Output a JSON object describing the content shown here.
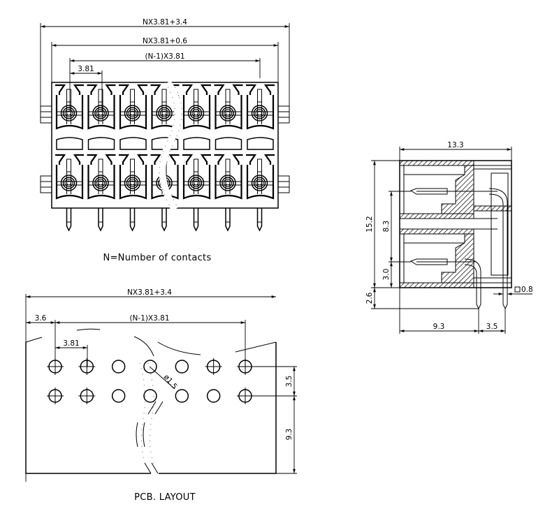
{
  "drawing": {
    "front_view": {
      "contact_count_shown": 7,
      "rows": 2,
      "dimensions": {
        "overall_width": "NX3.81+3.4",
        "body_width": "NX3.81+0.6",
        "pin_span": "(N-1)X3.81",
        "pitch": "3.81"
      },
      "caption": "N=Number of contacts"
    },
    "side_view": {
      "dimensions": {
        "depth": "13.3",
        "height": "15.2",
        "upper_pin_height": "8.3",
        "lower_pin_height": "3.0",
        "pin_length_below": "2.6",
        "pin_offset": "9.3",
        "row_spacing": "3.5",
        "pin_size": "0.8"
      }
    },
    "pcb_layout": {
      "holes_per_row": 7,
      "rows": 2,
      "dimensions": {
        "overall_width": "NX3.81+3.4",
        "edge_offset": "3.6",
        "hole_span": "(N-1)X3.81",
        "pitch": "3.81",
        "hole_diameter": "ø1.5",
        "row_spacing": "3.5",
        "edge_to_row": "9.3"
      },
      "caption": "PCB. LAYOUT"
    }
  }
}
